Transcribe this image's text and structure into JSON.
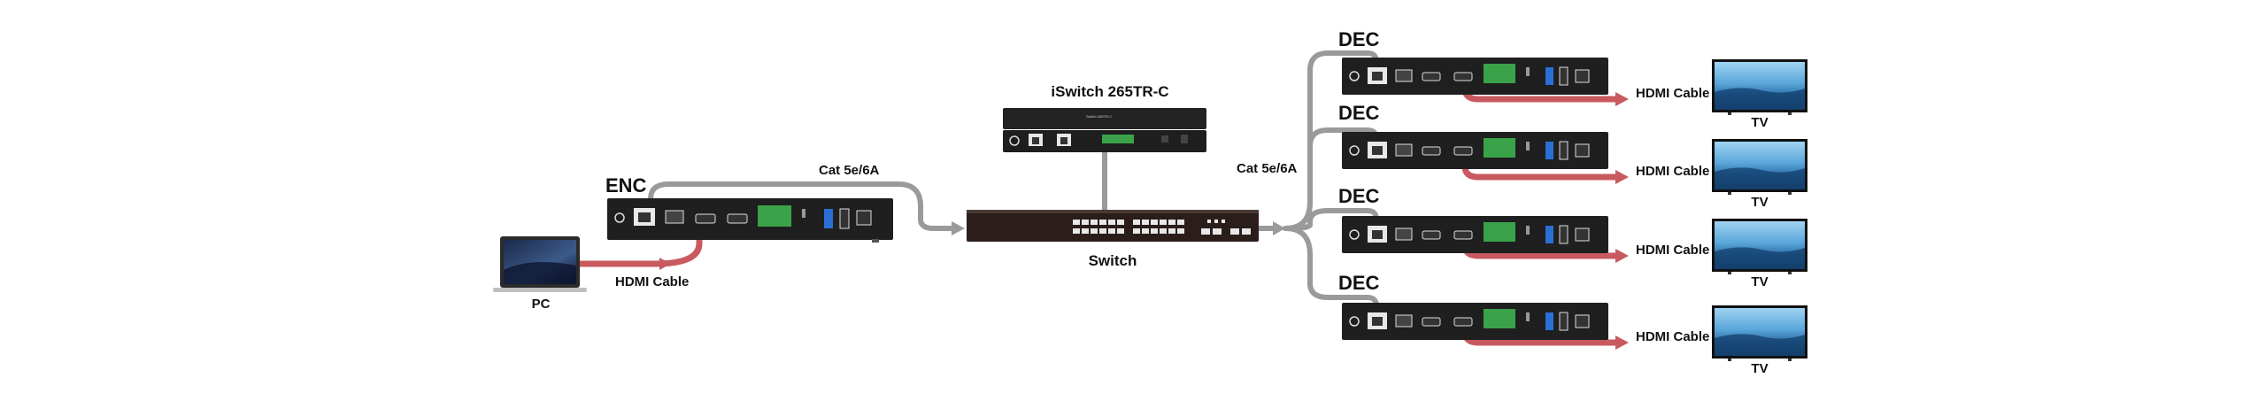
{
  "labels": {
    "enc": "ENC",
    "pc": "PC",
    "hdmi_cable": "HDMI Cable",
    "cat_cable": "Cat  5e/6A",
    "switch": "Switch",
    "iswitch_title": "iSwitch 265TR-C",
    "dec": "DEC",
    "tv": "TV"
  },
  "colors": {
    "hdmi_cable": "#c85a5f",
    "cat_cable": "#9a9a9a",
    "device_body": "#1f1f1f",
    "switch_body": "#2a1d1a"
  }
}
